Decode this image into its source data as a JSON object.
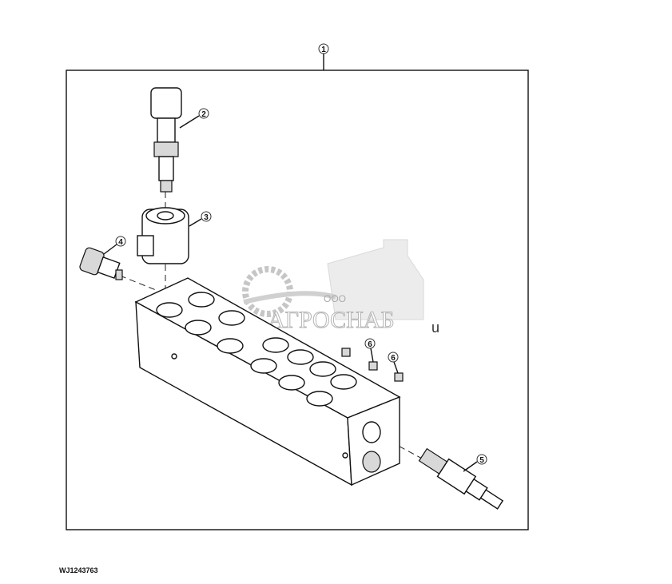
{
  "figure_id": "WJ1243763",
  "callouts": [
    "1",
    "2",
    "3",
    "4",
    "5",
    "6",
    "6"
  ],
  "watermark": {
    "company_prefix": "ООО",
    "company_name": "АГРОСНАБ",
    "suffix": "u"
  }
}
